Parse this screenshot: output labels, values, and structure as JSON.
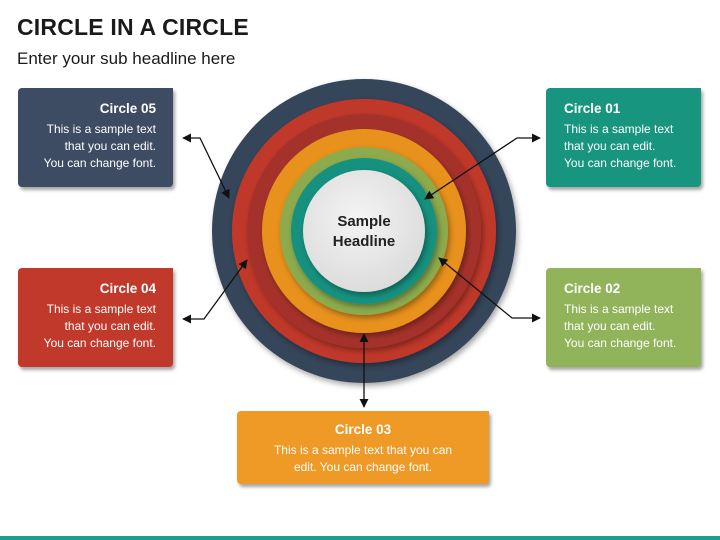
{
  "header": {
    "title": "CIRCLE IN A CIRCLE",
    "subtitle": "Enter your sub headline here"
  },
  "center": {
    "line1": "Sample",
    "line2": "Headline"
  },
  "rings": [
    {
      "name": "outer",
      "color": "#36455a"
    },
    {
      "name": "circle-05",
      "color": "#c0392b"
    },
    {
      "name": "circle-04",
      "color": "#a5302a"
    },
    {
      "name": "circle-03",
      "color": "#e8911a"
    },
    {
      "name": "circle-02",
      "color": "#8dab4e"
    },
    {
      "name": "circle-01",
      "color": "#16917f"
    }
  ],
  "cards": {
    "c05": {
      "title": "Circle 05",
      "lines": [
        "This is a sample text",
        "that you can edit.",
        "You can change font."
      ],
      "color": "#3d4b63"
    },
    "c04": {
      "title": "Circle 04",
      "lines": [
        "This is a sample text",
        "that you can edit.",
        "You can change font."
      ],
      "color": "#c0392b"
    },
    "c01": {
      "title": "Circle 01",
      "lines": [
        "This is a sample text",
        "that you can edit.",
        "You can change font."
      ],
      "color": "#17957f"
    },
    "c02": {
      "title": "Circle 02",
      "lines": [
        "This is a sample text",
        "that you can edit.",
        "You can change font."
      ],
      "color": "#91b35a"
    },
    "c03": {
      "title": "Circle 03",
      "lines": [
        "This is a sample text that you can",
        "edit. You can change font."
      ],
      "color": "#ef9a26"
    }
  }
}
